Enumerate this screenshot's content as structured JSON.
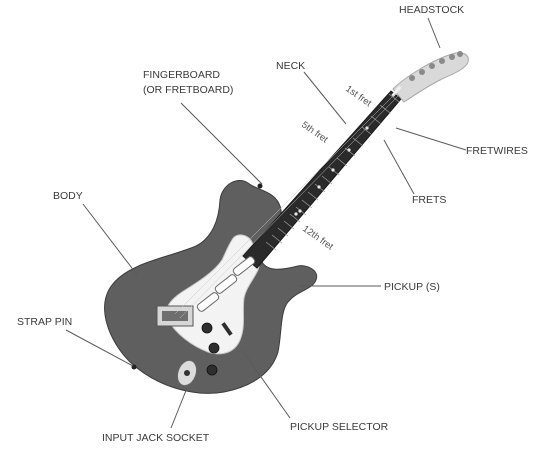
{
  "labels": {
    "headstock": "HEADSTOCK",
    "neck": "NECK",
    "fingerboard_line1": "FINGERBOARD",
    "fingerboard_line2": "(OR FRETBOARD)",
    "fretwires": "FRETWIRES",
    "frets": "FRETS",
    "body": "BODY",
    "pickups": "PICKUP (S)",
    "strap_pin": "STRAP PIN",
    "input_jack": "INPUT JACK SOCKET",
    "pickup_selector": "PICKUP SELECTOR"
  },
  "fret_markers": {
    "first": "1st fret",
    "fifth": "5th fret",
    "twelfth": "12th fret"
  },
  "colors": {
    "body": "#5f5f5f",
    "pickguard": "#f3f3f3",
    "fretboard": "#2a2a2a",
    "headstock": "#d9d9d9",
    "label": "#3a3a3a"
  }
}
